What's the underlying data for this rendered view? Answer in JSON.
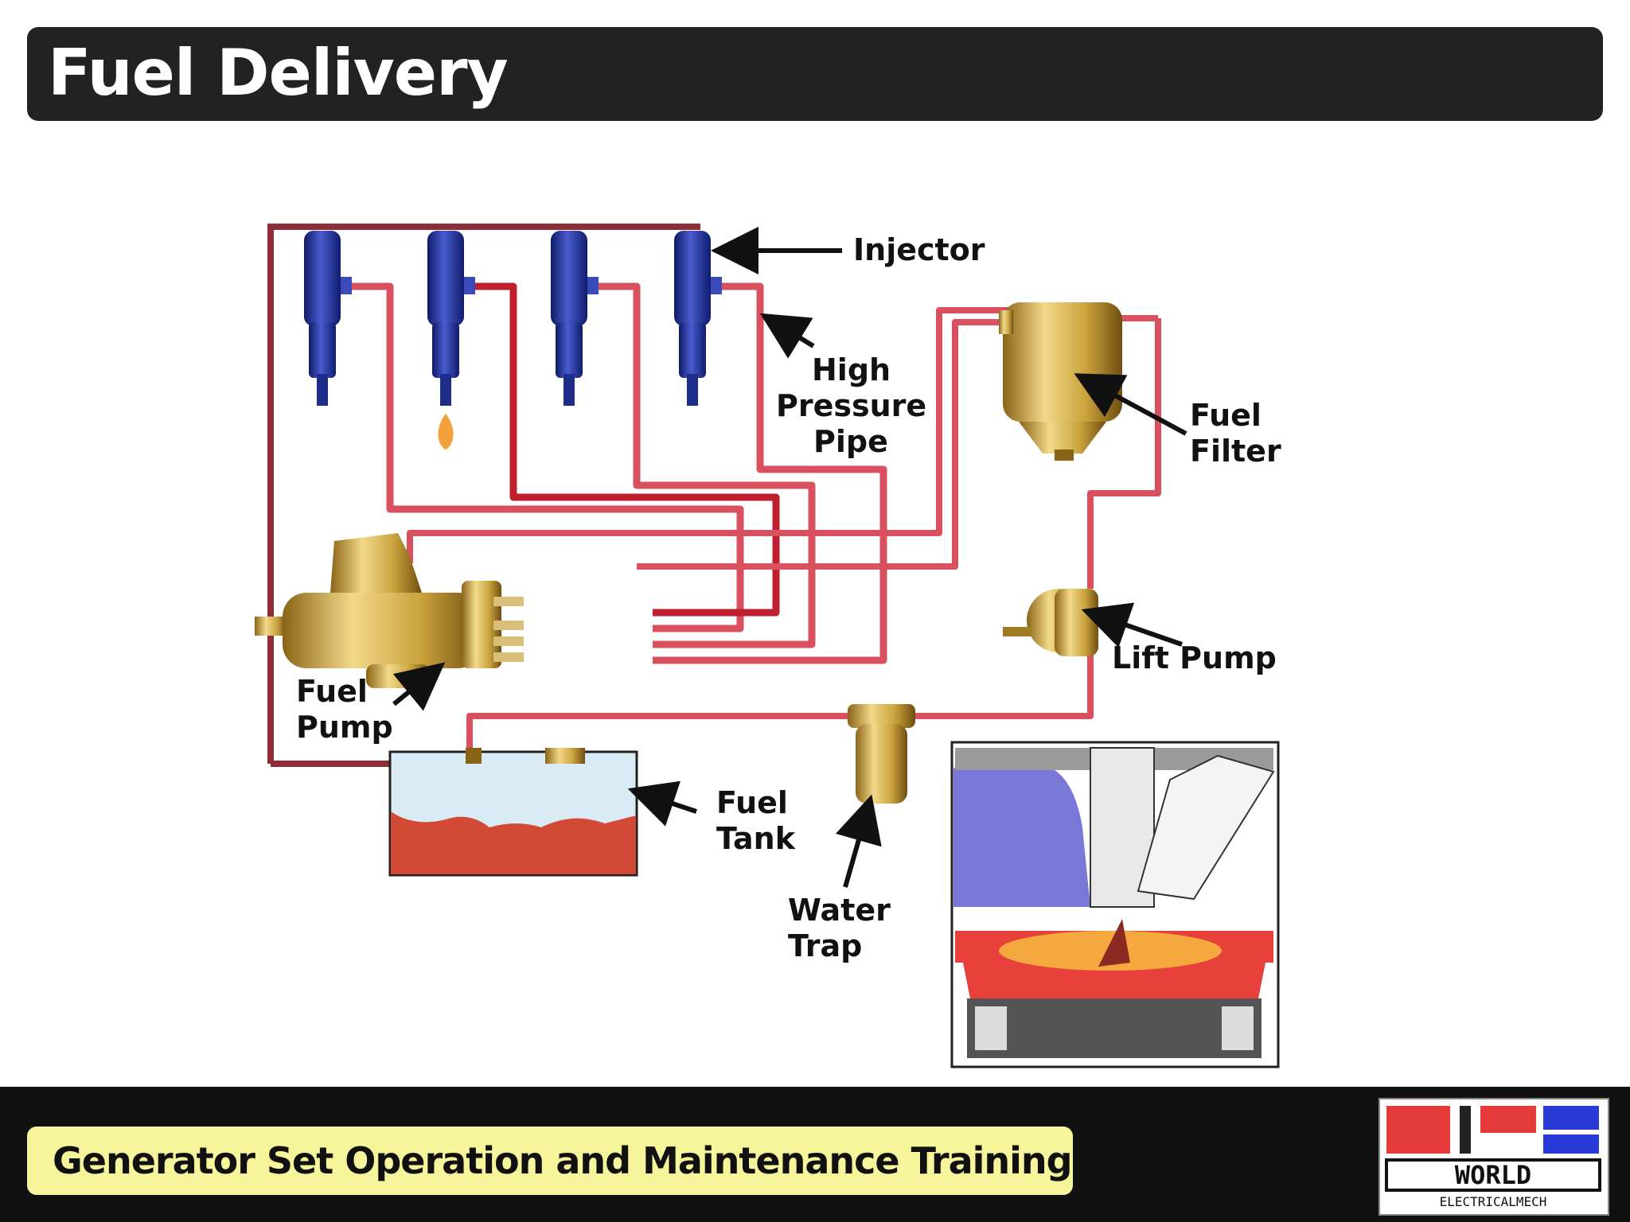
{
  "title": "Fuel Delivery",
  "labels": {
    "injector": "Injector",
    "high_pressure_pipe": [
      "High",
      "Pressure",
      "Pipe"
    ],
    "fuel_filter": [
      "Fuel",
      "Filter"
    ],
    "lift_pump": "Lift Pump",
    "fuel_pump": [
      "Fuel",
      "Pump"
    ],
    "fuel_tank": [
      "Fuel",
      "Tank"
    ],
    "water_trap": [
      "Water",
      "Trap"
    ]
  },
  "footer": {
    "course_title": "Generator Set Operation and Maintenance Training"
  },
  "logo": {
    "word": "WORLD",
    "sub": "ELECTRICALMECH"
  },
  "colors": {
    "title_bar": "#222222",
    "footer_bar": "#111111",
    "footer_pill": "#f7f59b",
    "injector_blue": "#1f2d8a",
    "pipe_red": "#d9505e",
    "pipe_dark": "#c0202e",
    "brass": "#c9a23c",
    "tank_fuel": "#d24a35",
    "tank_air": "#d9ecf5",
    "chamber_blue": "#7a78d6"
  },
  "icons": [
    "arrow-icon"
  ]
}
